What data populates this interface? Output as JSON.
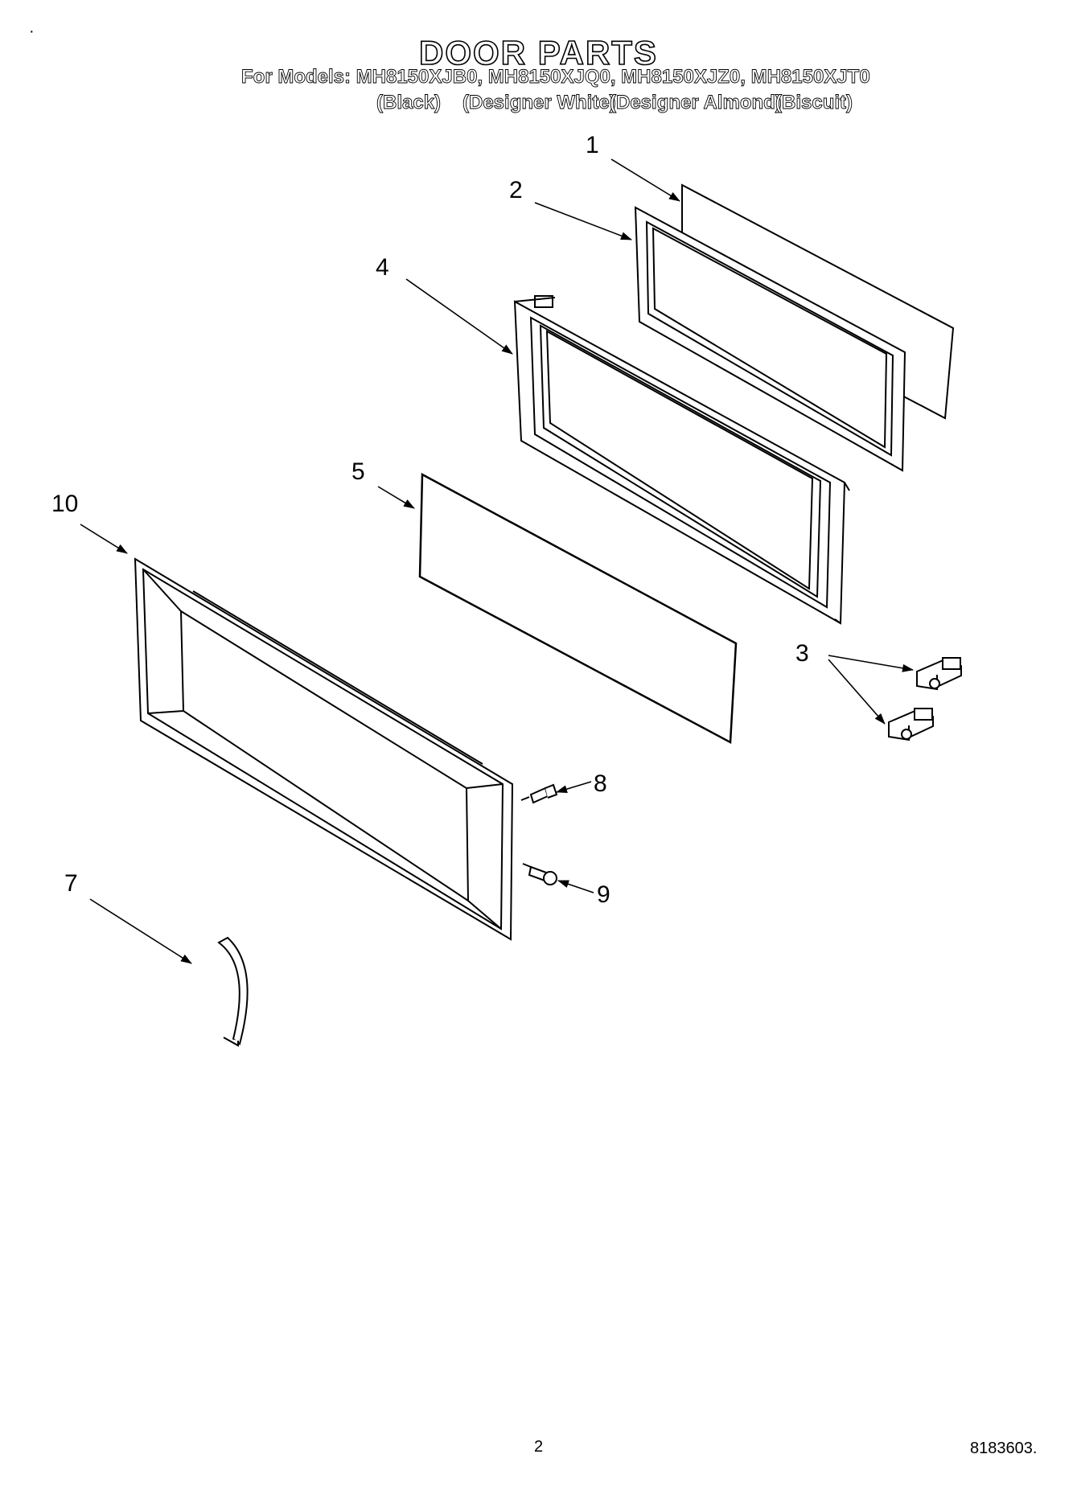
{
  "header": {
    "title": "DOOR PARTS",
    "models_line": "For Models: MH8150XJB0, MH8150XJQ0, MH8150XJZ0, MH8150XJT0",
    "colors": [
      "(Black)",
      "(Designer White)",
      "(Designer Almond)",
      "(Biscuit)"
    ]
  },
  "callouts": [
    "1",
    "2",
    "3",
    "4",
    "5",
    "7",
    "8",
    "9",
    "10"
  ],
  "footer": {
    "page_number": "2",
    "document_code": "8183603."
  }
}
